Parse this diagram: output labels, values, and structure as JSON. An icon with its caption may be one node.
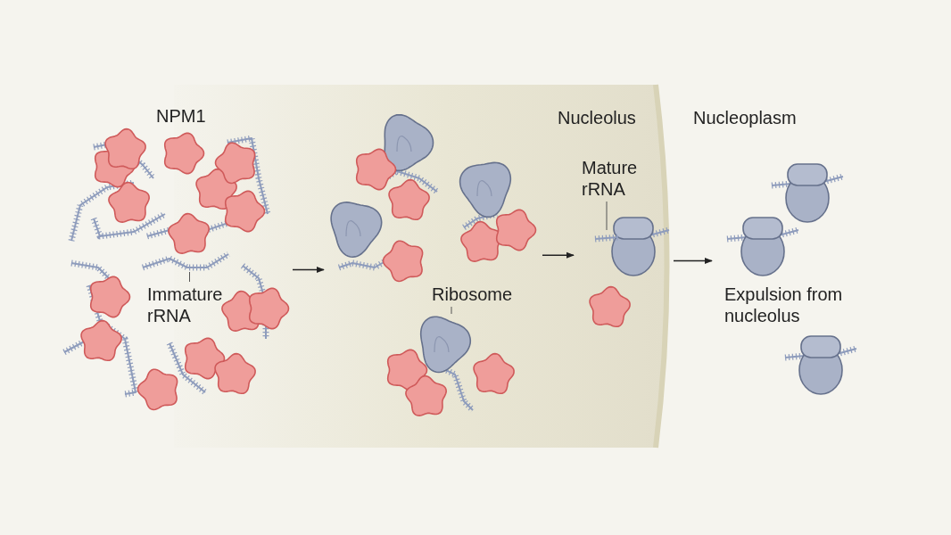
{
  "diagram": {
    "nodes": [
      {
        "text": [],
        "shape": "picture"
      },
      {
        "text": [],
        "shape": "picture"
      },
      {
        "text": [],
        "shape": "picture"
      },
      {
        "text": [],
        "shape": "picture"
      },
      {
        "text": [
          "Immature rRNA"
        ],
        "in": 0
      },
      {
        "text": [
          "Ribosome"
        ],
        "in": 1
      },
      {
        "text": [
          "Mature rRNA"
        ]
      },
      {
        "text": [],
        "shape": "picture",
        "in": 0
      },
      {
        "text": [],
        "shape": "picture",
        "in": 1
      },
      {
        "text": [],
        "shape": "picture",
        "in": 2
      }
    ],
    "edges": [
      {
        "from": 0,
        "to": 1,
        "arrow": "to"
      },
      {
        "from": 1,
        "to": 2,
        "arrow": "to"
      },
      {
        "from": 2,
        "to": 3,
        "arrow": "to"
      },
      {
        "from": 4,
        "to": 7,
        "arrow": "none"
      },
      {
        "from": 5,
        "to": 8,
        "arrow": "none"
      },
      {
        "from": 6,
        "to": 9,
        "arrow": "none"
      }
    ],
    "labels": [
      "NPM1",
      "Nucleolus",
      "Nucleoplasm",
      "Expulsion from nucleolus"
    ]
  }
}
